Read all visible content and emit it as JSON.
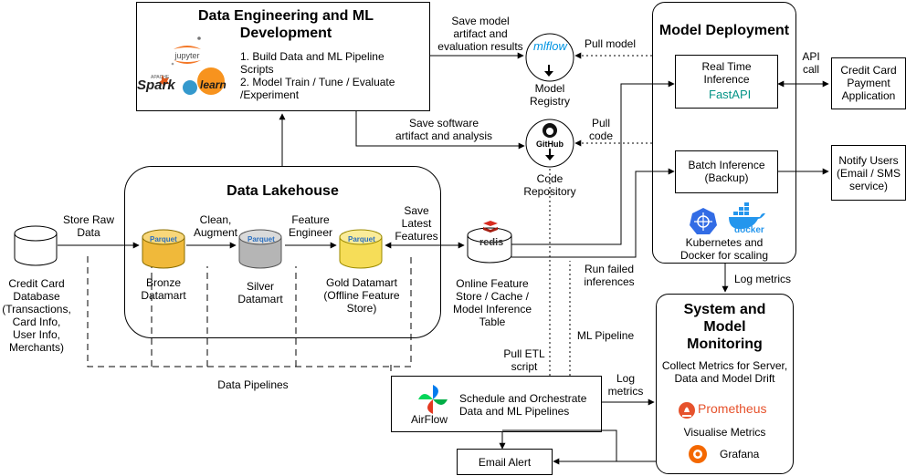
{
  "de_box": {
    "title": "Data Engineering and ML\nDevelopment",
    "step1": "1. Build Data and ML Pipeline\nScripts",
    "step2": "2. Model Train / Tune / Evaluate\n/Experiment",
    "logos": {
      "jupyter": "jupyter",
      "spark": "Spark",
      "apache": "APACHE",
      "learn": "learn"
    }
  },
  "model_deployment": {
    "title": "Model Deployment",
    "realtime": "Real Time\nInference",
    "fastapi": "FastAPI",
    "batch": "Batch Inference\n(Backup)",
    "k8s_caption": "Kubernetes and\nDocker for scaling",
    "docker_logo": "docker"
  },
  "lakehouse": {
    "title": "Data Lakehouse",
    "bronze": "Bronze\nDatamart",
    "silver": "Silver\nDatamart",
    "gold": "Gold Datamart\n(Offline Feature\nStore)",
    "parquet": "Parquet"
  },
  "monitoring": {
    "title": "System and\nModel\nMonitoring",
    "collect": "Collect Metrics for Server,\nData and Model Drift",
    "prometheus": "Prometheus",
    "visualise": "Visualise Metrics",
    "grafana": "Grafana"
  },
  "airflow": {
    "name": "AirFlow",
    "text": "Schedule and Orchestrate\nData and ML Pipelines"
  },
  "nodes": {
    "credit_db": "Credit Card\nDatabase\n(Transactions,\nCard Info,\nUser Info,\nMerchants)",
    "model_registry": "Model\nRegistry",
    "mlflow": "mlflow",
    "code_repo": "Code\nRepository",
    "github": "GitHub",
    "online_store": "Online Feature\nStore / Cache /\nModel Inference\nTable",
    "redis": "redis",
    "cc_app": "Credit Card\nPayment\nApplication",
    "notify": "Notify Users\n(Email / SMS\nservice)",
    "email_alert": "Email Alert"
  },
  "edge_labels": {
    "save_model": "Save model\nartifact and\nevaluation results",
    "pull_model": "Pull model",
    "save_software": "Save software\nartifact and analysis",
    "pull_code": "Pull\ncode",
    "api_call": "API\ncall",
    "store_raw": "Store Raw\nData",
    "clean": "Clean,\nAugment",
    "feature_engineer": "Feature\nEngineer",
    "save_latest": "Save\nLatest\nFeatures",
    "run_failed": "Run failed\ninferences",
    "log_metrics_top": "Log metrics",
    "ml_pipeline": "ML Pipeline",
    "pull_etl": "Pull ETL\nscript",
    "log_metrics_bottom": "Log\nmetrics",
    "data_pipelines": "Data Pipelines"
  },
  "colors": {
    "parquet_gold": "#f5c242",
    "parquet_silver": "#bdbdbd",
    "parquet_blue": "#4a90d9",
    "mlflow_blue": "#0194e2",
    "redis_red": "#d82c20",
    "fastapi_teal": "#059487",
    "k8s_blue": "#326ce5",
    "docker_blue": "#2496ed",
    "prometheus_orange": "#e6522c",
    "grafana_orange": "#f46800",
    "spark_orange": "#e25a1c",
    "jupyter_orange": "#f37726",
    "sklearn_orange": "#f7931e",
    "sklearn_blue": "#3499cd"
  }
}
